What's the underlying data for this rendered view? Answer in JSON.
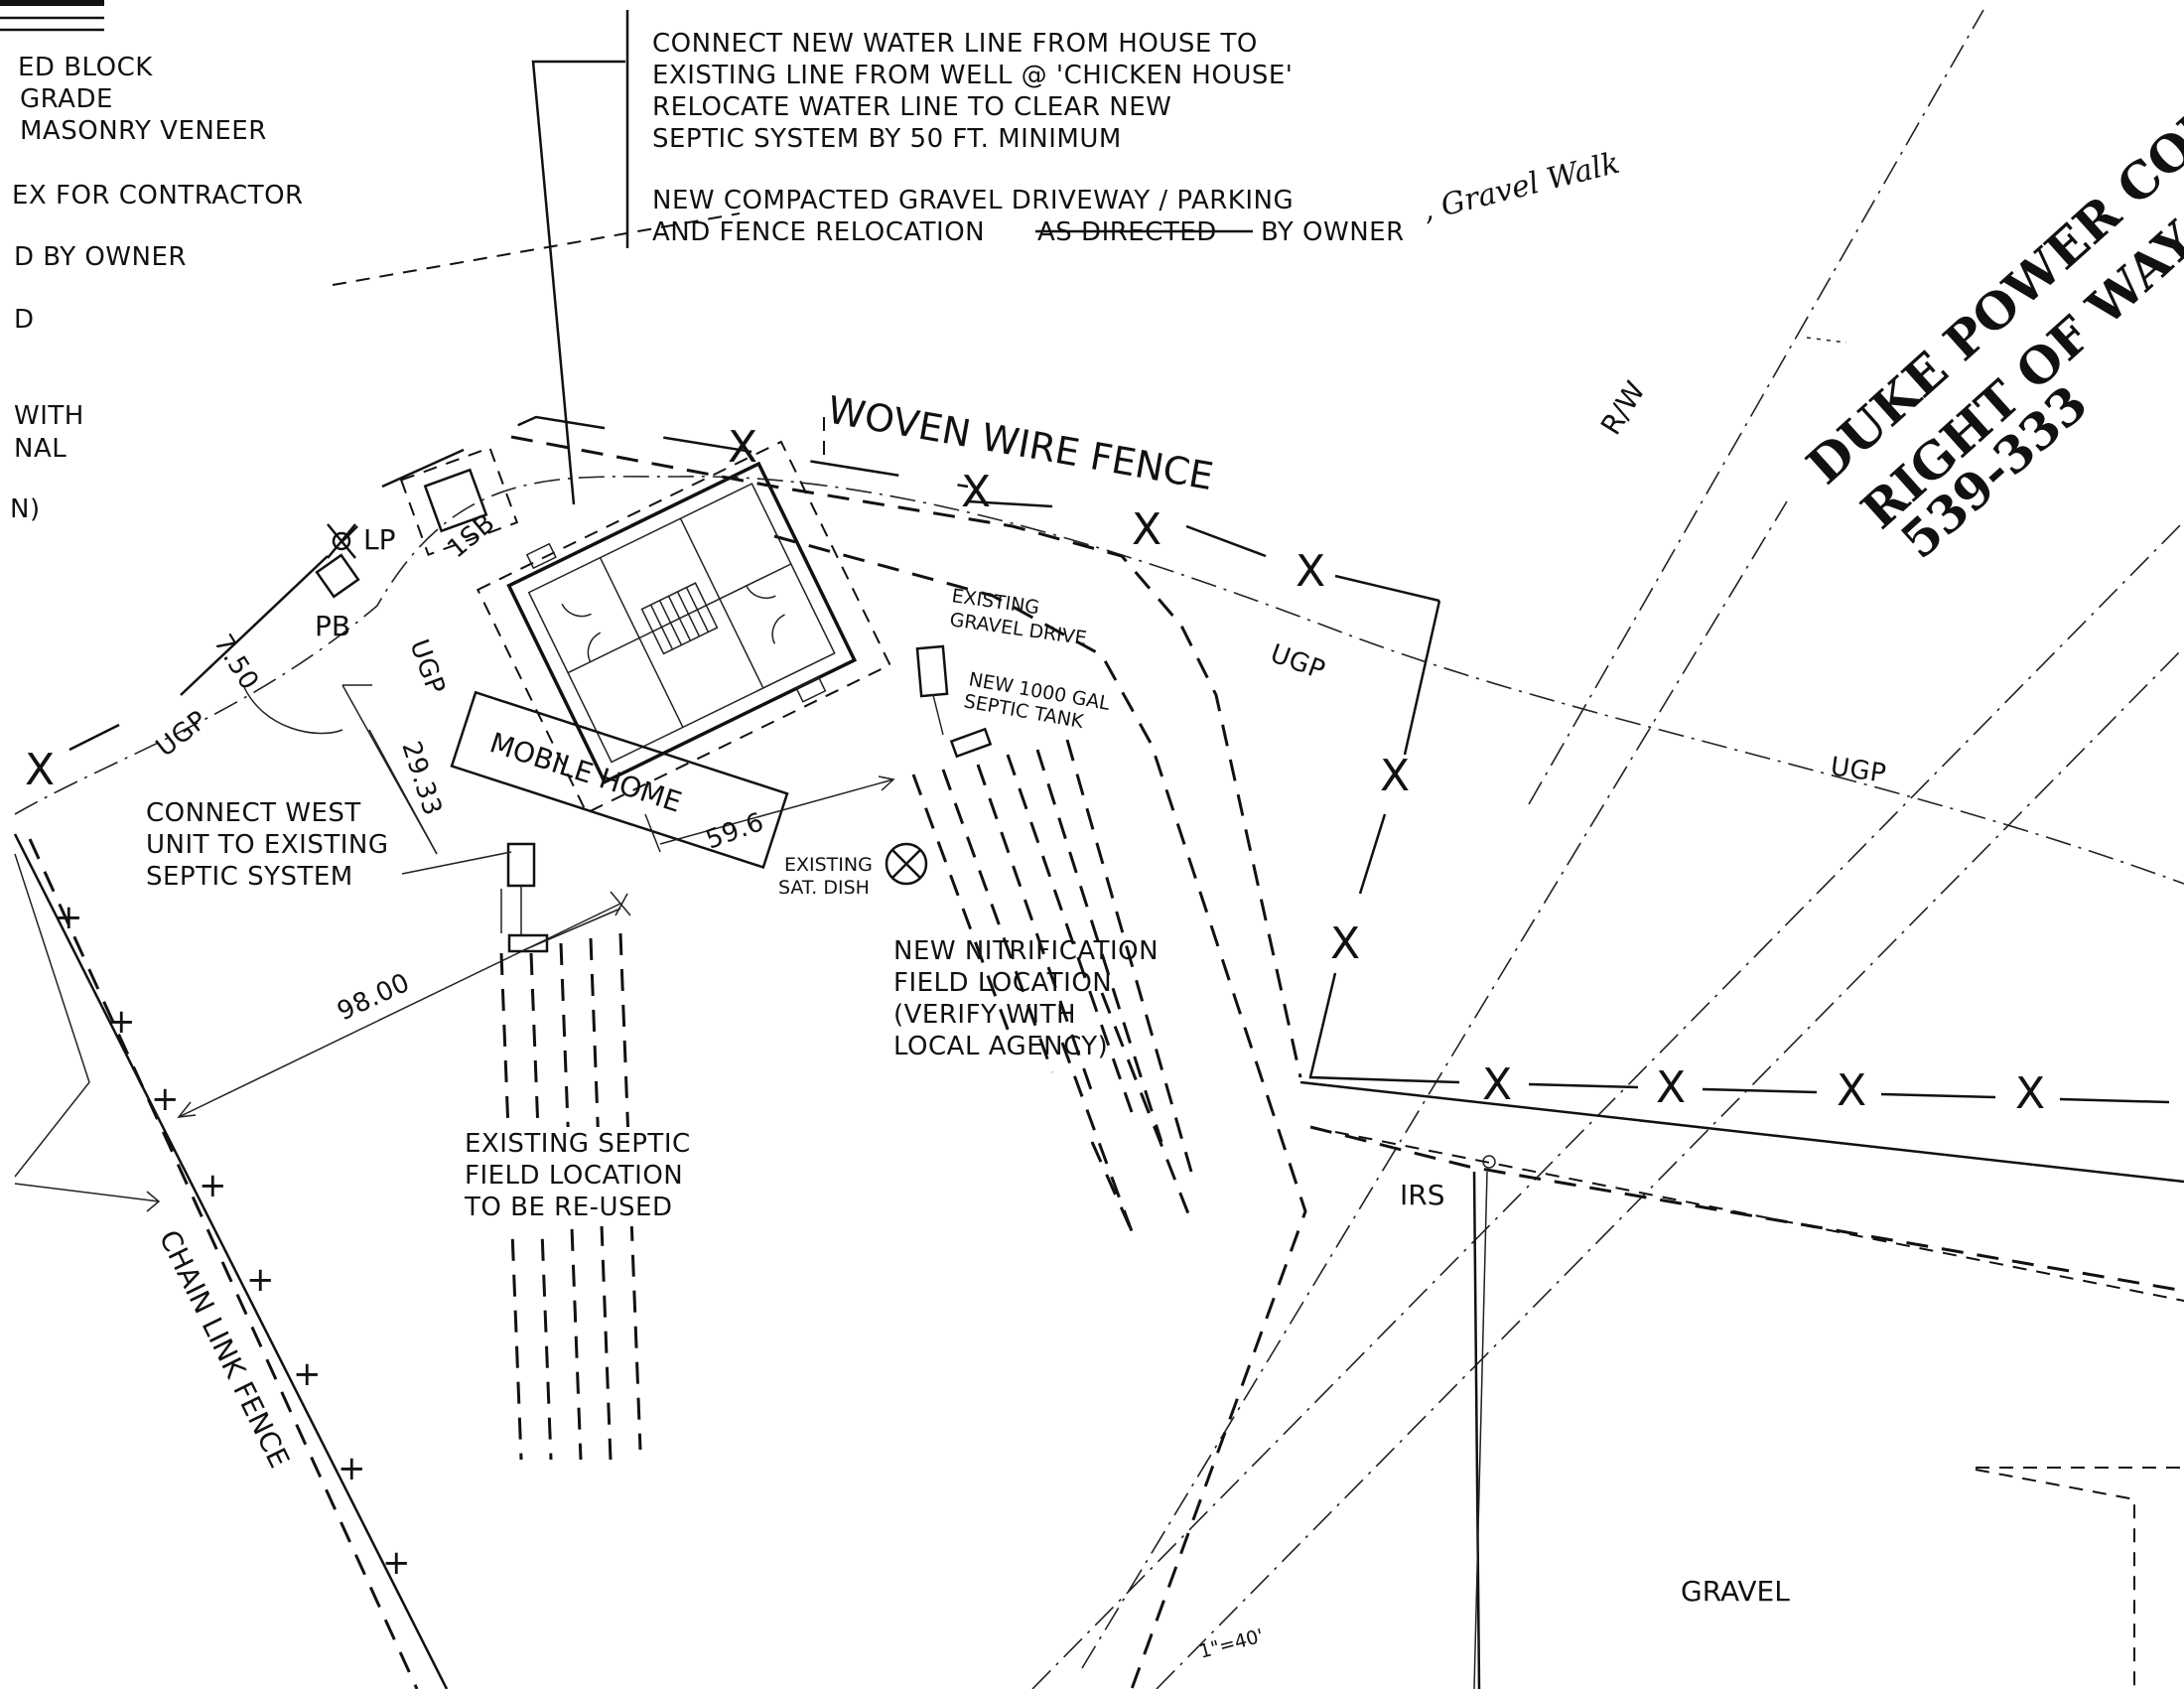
{
  "legend_fragments": [
    "ED BLOCK",
    "GRADE",
    "MASONRY VENEER",
    "EX FOR CONTRACTOR",
    "D BY OWNER",
    "D",
    "WITH",
    "NAL",
    "N)"
  ],
  "general_notes": {
    "water_line": [
      "CONNECT NEW WATER LINE FROM HOUSE TO",
      "EXISTING LINE FROM WELL @ 'CHICKEN HOUSE'",
      "RELOCATE WATER LINE TO CLEAR NEW",
      "SEPTIC SYSTEM BY 50 FT. MINIMUM"
    ],
    "driveway_line1": "NEW COMPACTED GRAVEL DRIVEWAY / PARKING",
    "driveway_line2_start": "AND FENCE RELOCATION",
    "driveway_struck": "AS DIRECTED",
    "driveway_line2_end": "BY OWNER",
    "handwritten_addition": ", Gravel Walk"
  },
  "fences": {
    "woven_wire": "WOVEN WIRE FENCE",
    "chain_link": "CHAIN LINK FENCE"
  },
  "utility_labels": {
    "ugp": "UGP",
    "lp": "LP",
    "pb": "PB",
    "sb": "1SB",
    "rw": "R/W",
    "irs": "IRS"
  },
  "easement": {
    "line1": "DUKE POWER COMPA",
    "line2": "RIGHT OF WAY",
    "line3": "539-333"
  },
  "dimensions": {
    "d750": "7.50",
    "d2933": "29.33",
    "d596": "59.6",
    "d9800": "98.00"
  },
  "structures": {
    "mobile_home": "MOBILE HOME"
  },
  "callouts": {
    "gravel_drive": [
      "EXISTING",
      "GRAVEL DRIVE"
    ],
    "septic_tank": [
      "NEW 1000 GAL",
      "SEPTIC TANK"
    ],
    "sat_dish": [
      "EXISTING",
      "SAT. DISH"
    ],
    "connect_west": [
      "CONNECT WEST",
      "UNIT TO EXISTING",
      "SEPTIC SYSTEM"
    ],
    "nitrification": [
      "NEW NITRIFICATION",
      "FIELD LOCATION",
      "(VERIFY WITH",
      "LOCAL AGENCY)"
    ],
    "existing_septic": [
      "EXISTING SEPTIC",
      "FIELD LOCATION",
      "TO BE RE-USED"
    ]
  },
  "gravel_label": "GRAVEL",
  "scale_note": "1\"=40'"
}
